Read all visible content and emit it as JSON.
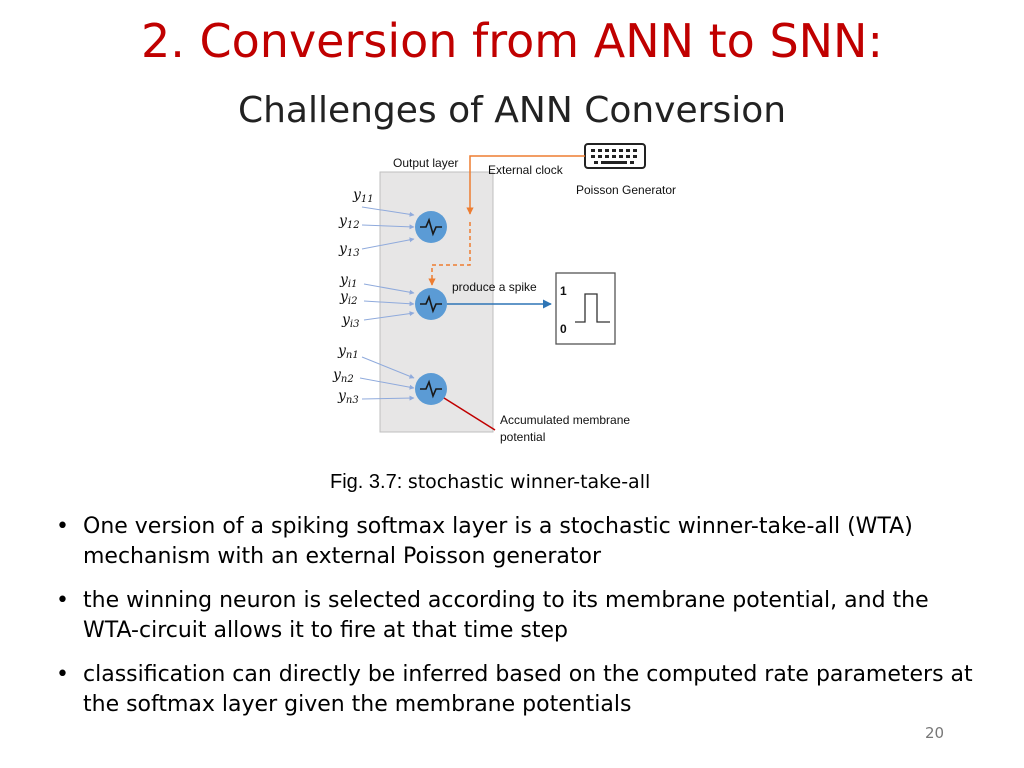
{
  "slide": {
    "title": "2. Conversion from ANN to SNN:",
    "subtitle": "Challenges of ANN Conversion",
    "page_number": "20"
  },
  "figure": {
    "labels": {
      "output_layer": "Output layer",
      "external_clock": "External clock",
      "poisson_generator": "Poisson Generator",
      "produce_spike": "produce a spike",
      "accumulated_line1": "Accumulated membrane",
      "accumulated_line2": "potential",
      "spike_high": "1",
      "spike_low": "0"
    },
    "inputs": [
      {
        "base": "y",
        "sub": "11"
      },
      {
        "base": "y",
        "sub": "12"
      },
      {
        "base": "y",
        "sub": "13"
      },
      {
        "base": "y",
        "sub": "i1"
      },
      {
        "base": "y",
        "sub": "i2"
      },
      {
        "base": "y",
        "sub": "i3"
      },
      {
        "base": "y",
        "sub": "n1"
      },
      {
        "base": "y",
        "sub": "n2"
      },
      {
        "base": "y",
        "sub": "n3"
      }
    ],
    "colors": {
      "neuron": "#5B9BD5",
      "clock_line": "#ED7D31",
      "arrow_output": "#2E75B6",
      "membrane_line": "#C00000",
      "layer_box": "#E7E6E6"
    },
    "caption_prefix": "Fig. 3.7:",
    "caption_text": "stochastic winner-take-all"
  },
  "bullets": [
    "One version of a spiking softmax layer is a stochastic winner-take-all (WTA) mechanism with an external Poisson generator",
    "the winning neuron is selected according to its membrane potential, and the WTA-circuit allows it to fire at that time step",
    "classification can directly be inferred based on the computed rate parameters at the softmax layer given the membrane potentials"
  ]
}
